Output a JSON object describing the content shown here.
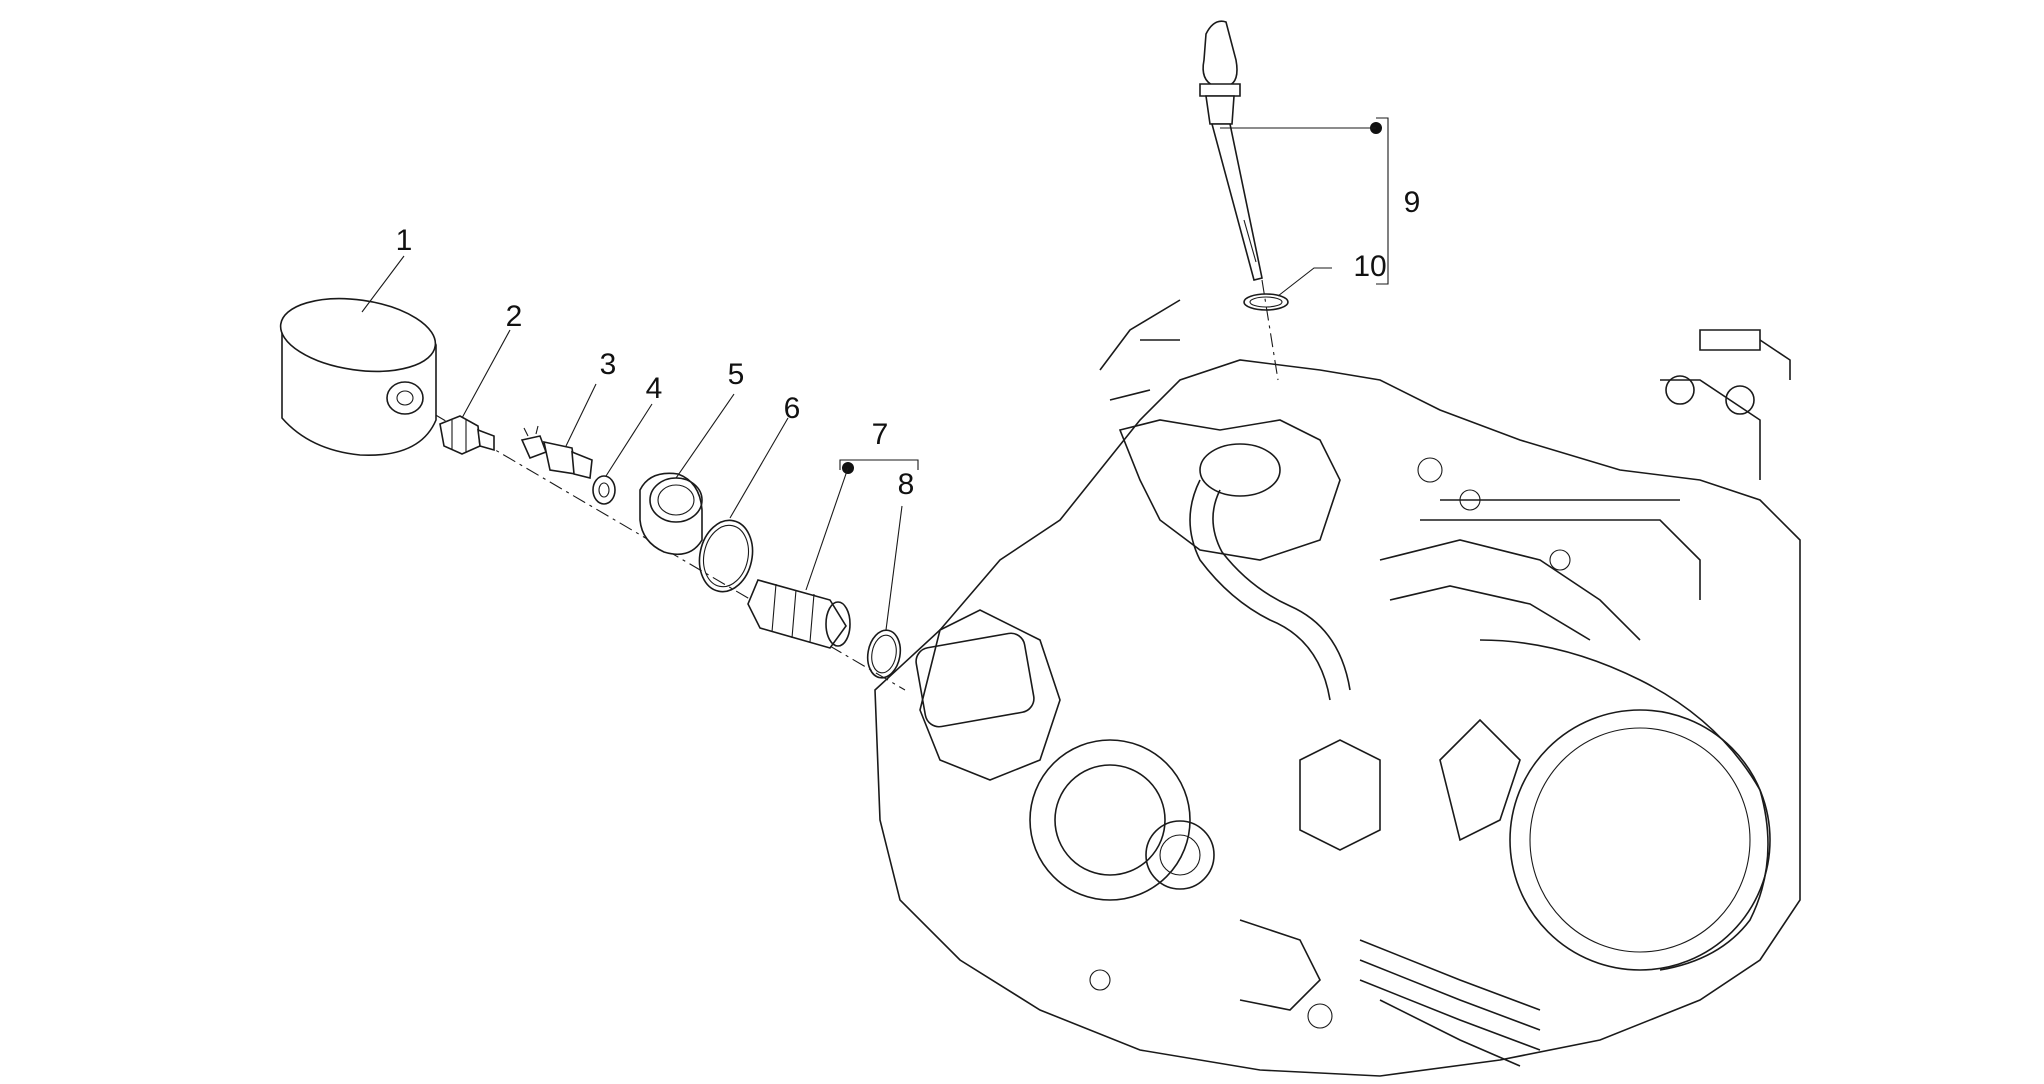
{
  "parts": [
    {
      "id": "part-1",
      "label": "1"
    },
    {
      "id": "part-2",
      "label": "2"
    },
    {
      "id": "part-3",
      "label": "3"
    },
    {
      "id": "part-4",
      "label": "4"
    },
    {
      "id": "part-5",
      "label": "5"
    },
    {
      "id": "part-6",
      "label": "6"
    },
    {
      "id": "part-7",
      "label": "7"
    },
    {
      "id": "part-8",
      "label": "8"
    },
    {
      "id": "part-9",
      "label": "9"
    },
    {
      "id": "part-10",
      "label": "10"
    }
  ]
}
